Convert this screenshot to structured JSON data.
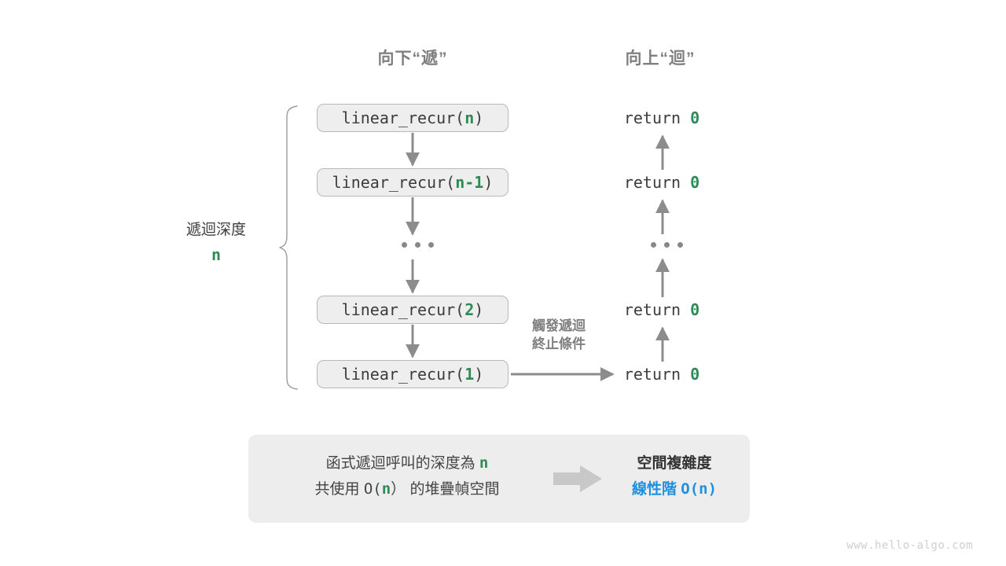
{
  "headers": {
    "down": "向下“遞”",
    "up": "向上“迴”"
  },
  "call_stack": {
    "boxes": [
      {
        "name": "linear_recur",
        "arg": "n",
        "text": "linear_recur(n)"
      },
      {
        "name": "linear_recur",
        "arg": "n-1",
        "text": "linear_recur(n-1)"
      },
      {
        "name": "linear_recur",
        "arg": "2",
        "text": "linear_recur(2)"
      },
      {
        "name": "linear_recur",
        "arg": "1",
        "text": "linear_recur(1)"
      }
    ],
    "ellipsis": "..."
  },
  "returns": {
    "keyword": "return",
    "value": "0",
    "items": [
      {
        "text": "return 0"
      },
      {
        "text": "return 0"
      },
      {
        "text": "return 0"
      },
      {
        "text": "return 0"
      }
    ]
  },
  "depth": {
    "label": "遞迴深度",
    "value": "n"
  },
  "trigger_note": {
    "line1": "觸發遞迴",
    "line2": "終止條件"
  },
  "summary": {
    "left_line1_pre": "函式遞迴呼叫的深度為",
    "left_line1_var": "n",
    "left_line2_pre": "共使用",
    "left_line2_expr_open": "O(",
    "left_line2_expr_var": "n",
    "left_line2_expr_close": "）",
    "left_line2_post": "的堆疊幀空間",
    "arrow_icon": "right-block-arrow",
    "right_title": "空間複雜度",
    "right_value_label": "線性階",
    "right_value_expr": "O(n)"
  },
  "watermark": "www.hello-algo.com",
  "colors": {
    "accent_green": "#2e8b57",
    "accent_blue": "#1f8fe0",
    "box_fill": "#eeeeee",
    "box_border": "#b8b8b8",
    "arrow_gray": "#888888",
    "heading_gray": "#7f7f7f",
    "panel_fill": "#ededed",
    "watermark_gray": "#cfcfcf"
  }
}
